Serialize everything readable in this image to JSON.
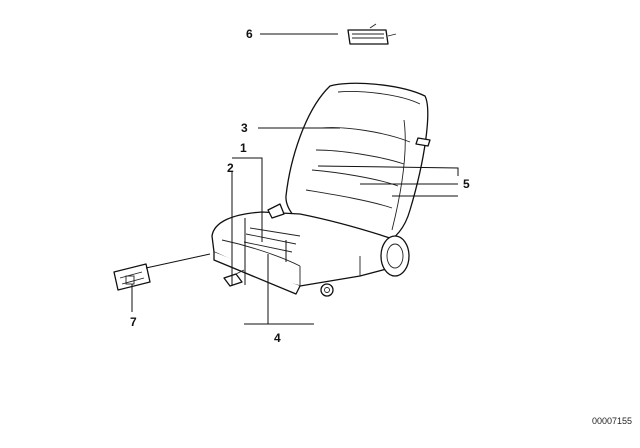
{
  "callouts": {
    "c1": "1",
    "c2": "2",
    "c3": "3",
    "c4": "4",
    "c5": "5",
    "c6": "6",
    "c7": "7"
  },
  "doc_id": "00007155",
  "colors": {
    "line": "#111111",
    "background": "#ffffff"
  }
}
